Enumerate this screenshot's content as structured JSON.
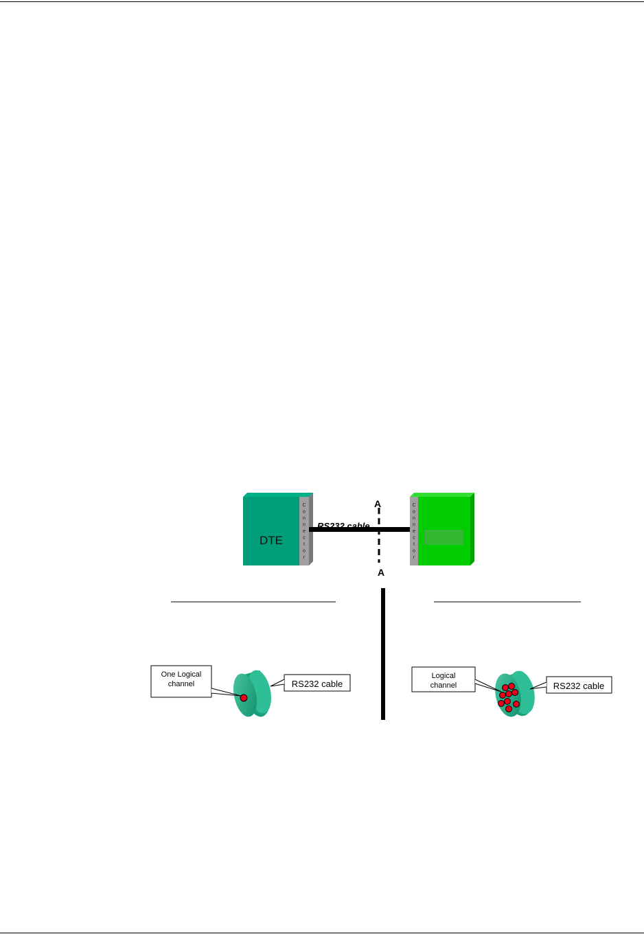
{
  "diagram": {
    "dte_label": "DTE",
    "connector_label": "Connector",
    "cable_label": "RS232 cable",
    "section_marker_top": "A",
    "section_marker_bottom": "A",
    "left_callout_channel_line1": "One Logical",
    "left_callout_channel_line2": "channel",
    "left_callout_cable": "RS232 cable",
    "right_callout_channel_line1": "Logical",
    "right_callout_channel_line2": "channel",
    "right_callout_cable": "RS232 cable",
    "colors": {
      "dte": "#009e78",
      "dce": "#00cc00",
      "connector": "#a0a0a0",
      "cable_cylinder": "#1aaa82",
      "channel_dot": "#e8001c"
    }
  }
}
